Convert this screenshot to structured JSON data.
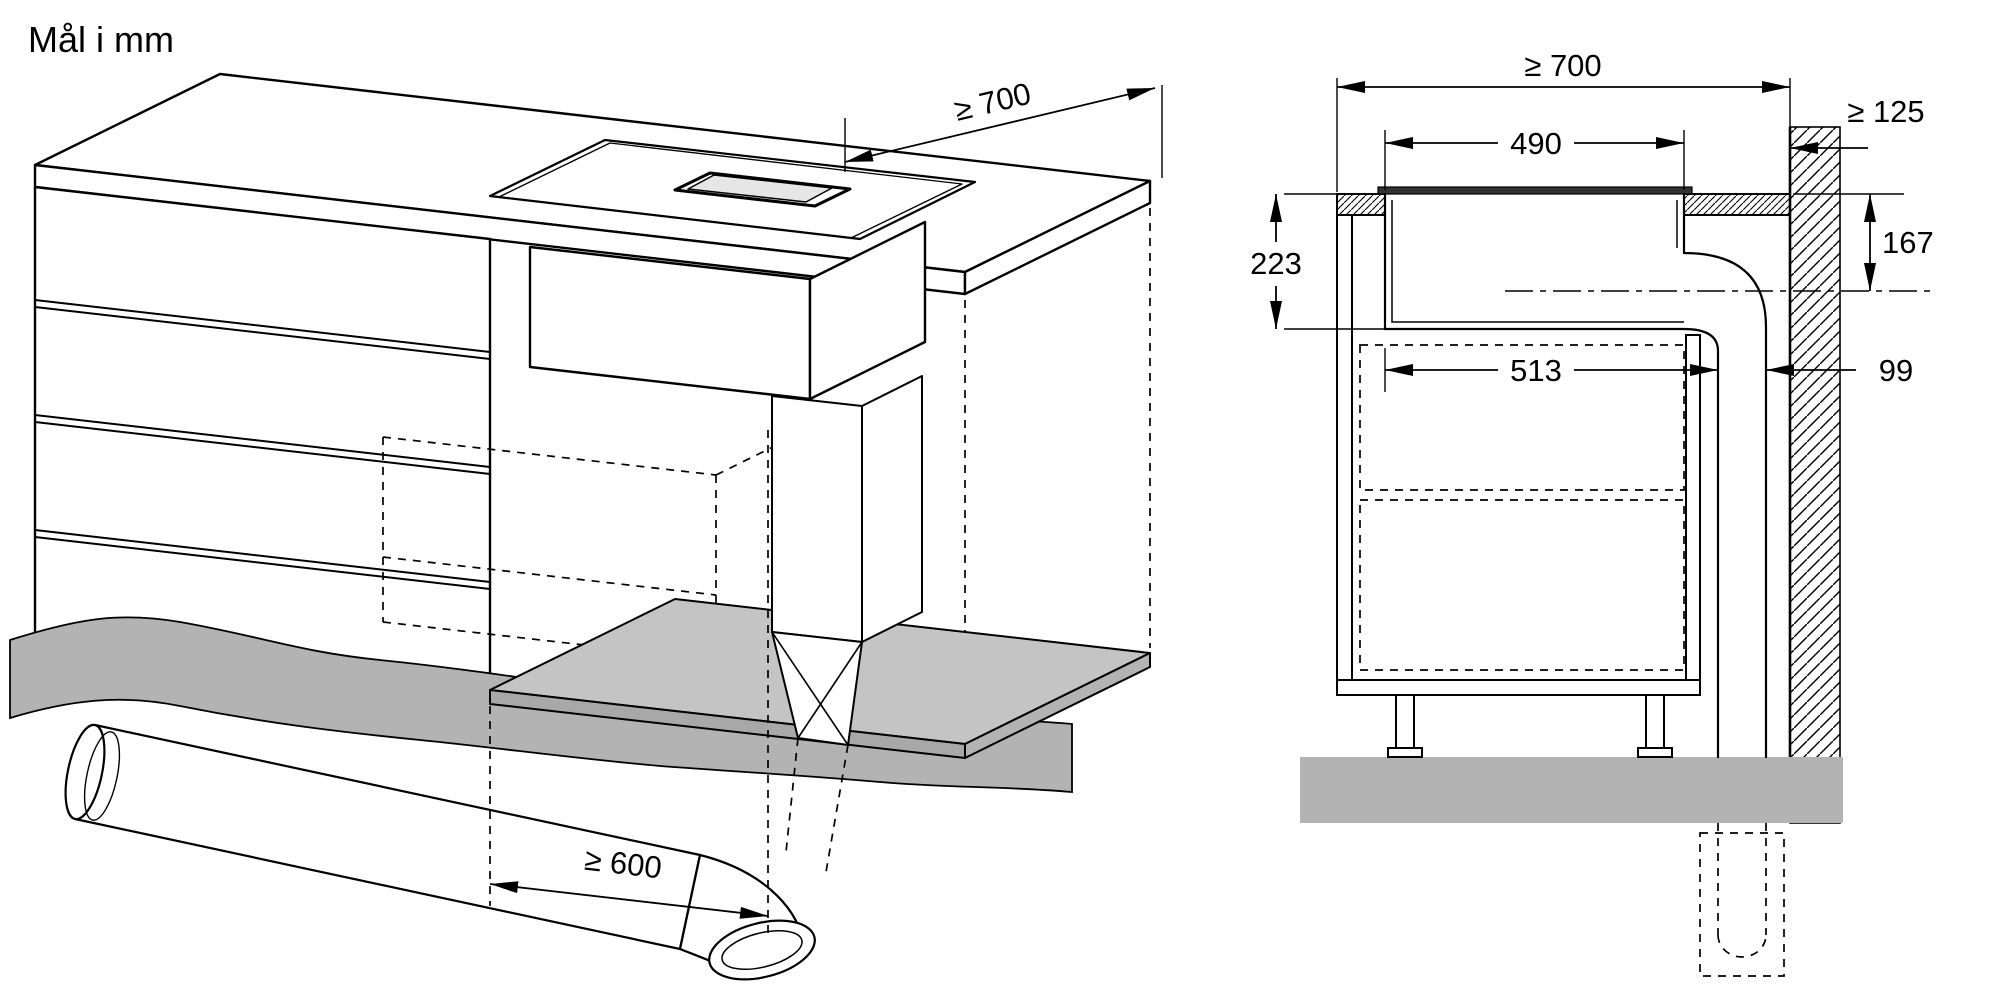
{
  "title": "Mål i mm",
  "isometric": {
    "worktop_depth_min": "≥ 700",
    "cabinet_width_min": "≥ 600"
  },
  "section": {
    "worktop_depth_min": "≥ 700",
    "cutout_width": "490",
    "wall_clearance_min": "≥ 125",
    "install_height": "223",
    "duct_center_drop": "167",
    "clearance_width": "513",
    "duct_width": "99"
  },
  "colors": {
    "line": "#000000",
    "shade": "#b3b3b3",
    "background": "#ffffff"
  }
}
